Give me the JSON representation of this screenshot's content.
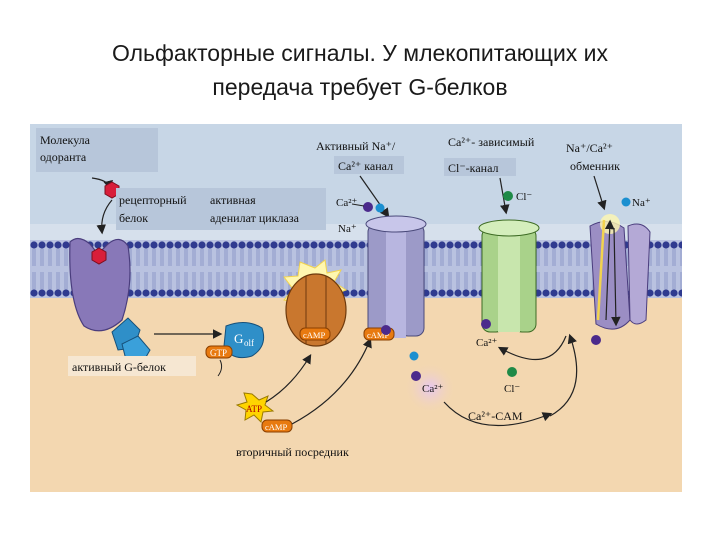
{
  "slide": {
    "title_line1": "Ольфакторные сигналы. У млекопитающих их",
    "title_line2": "передача требует G-белков"
  },
  "diagram": {
    "colors": {
      "background_upper": "#c7d6e6",
      "background_lower": "#f3d7b0",
      "membrane_head": "#2f3a8f",
      "membrane_tail": "#8d98c9",
      "receptor": "#8878b8",
      "odorant": "#d81e3a",
      "g_protein": "#2f8fc8",
      "cyclase": "#c9772e",
      "channel": "#9c9ac8",
      "cl_channel": "#a9d28a",
      "exchanger": "#9b8ec4",
      "ion_ca": "#4b2a8c",
      "ion_cl": "#1f8a47",
      "ion_na": "#1b8fd0",
      "camp": "#e87a10",
      "atp": "#ffd400"
    },
    "labels": {
      "odorant": [
        "Молекула",
        "одоранта"
      ],
      "receptor": [
        "рецепторный",
        "белок"
      ],
      "cyclase": [
        "активная",
        "адeнилат циклаза"
      ],
      "na_channel_top": "Активный Na⁺/",
      "na_channel_bottom": "Ca²⁺ канал",
      "cl_channel_top": "Ca²⁺- зависимый",
      "cl_channel_bottom": "Cl⁻-канал",
      "exchanger_top": "Na⁺/Ca²⁺",
      "exchanger_bottom": "обменник",
      "g_protein_active": "активный G-белок",
      "second_messenger": "вторичный посредник",
      "cam": "Ca²⁺-CAM"
    },
    "ions": {
      "ca_left": "Ca²⁺",
      "na_left": "Na⁺",
      "cl_top": "Cl⁻",
      "na_right": "Na⁺",
      "ca_mid": "Ca²⁺",
      "ca_glow": "Ca²⁺",
      "cl_bottom": "Cl⁻"
    },
    "badges": {
      "g_alpha": "G",
      "g_alpha_sub": "olf",
      "gtp": "GTP",
      "atp": "ATP",
      "camp": "cAMP"
    }
  }
}
